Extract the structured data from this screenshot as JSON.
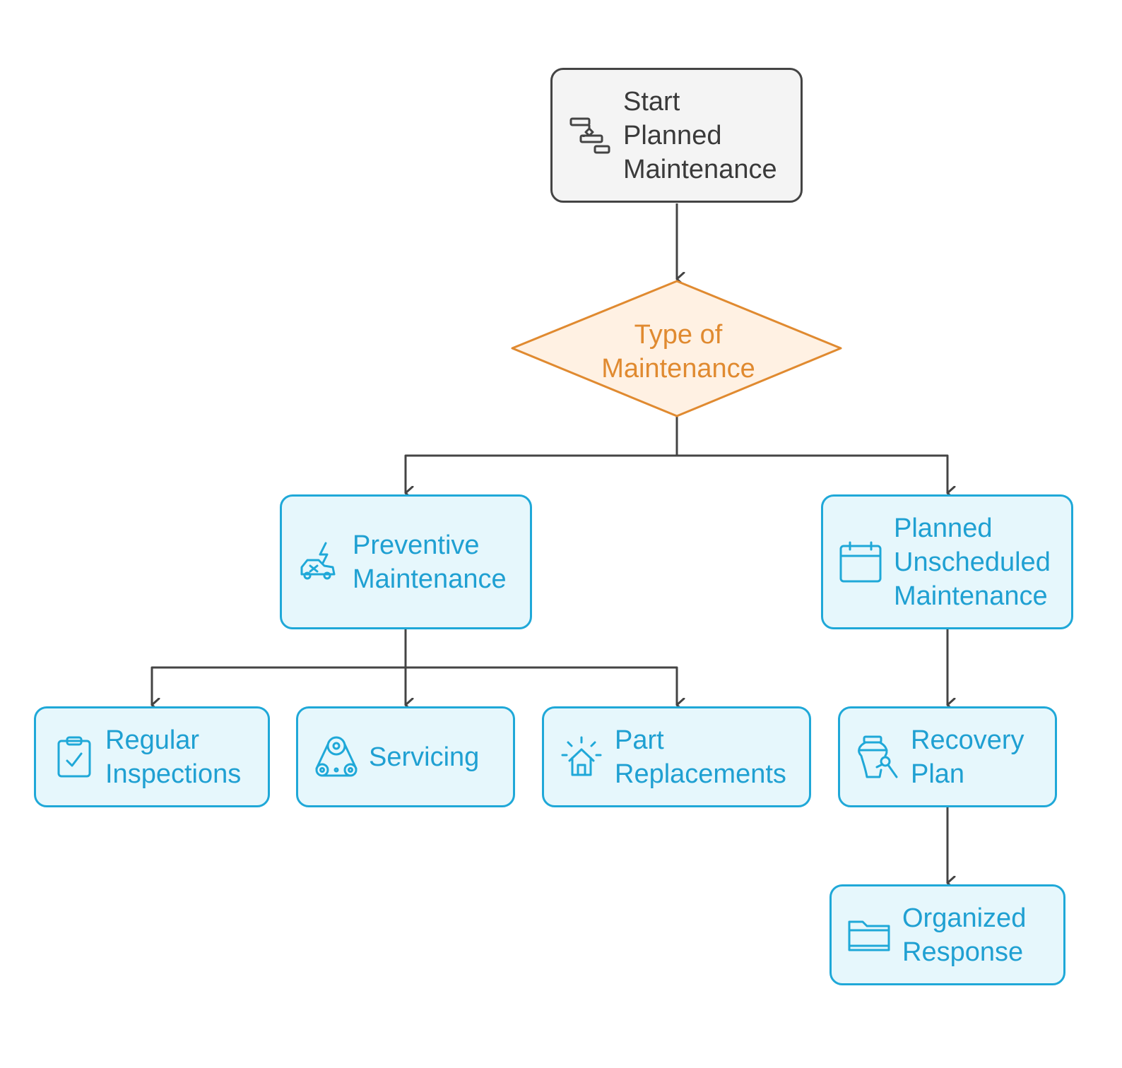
{
  "nodes": {
    "start": {
      "label": "Start\nPlanned\nMaintenance",
      "icon": "gantt-chart-icon"
    },
    "decision": {
      "label": "Type of\nMaintenance"
    },
    "preventive": {
      "label": "Preventive\nMaintenance",
      "icon": "car-repair-icon"
    },
    "unscheduled": {
      "label": "Planned\nUnscheduled\nMaintenance",
      "icon": "calendar-icon"
    },
    "inspections": {
      "label": "Regular\nInspections",
      "icon": "clipboard-check-icon"
    },
    "servicing": {
      "label": "Servicing",
      "icon": "belt-pulley-icon"
    },
    "replacements": {
      "label": "Part\nReplacements",
      "icon": "house-light-icon"
    },
    "recovery": {
      "label": "Recovery\nPlan",
      "icon": "vase-brush-icon"
    },
    "response": {
      "label": "Organized\nResponse",
      "icon": "folder-icon"
    }
  },
  "edges": [
    [
      "start",
      "decision"
    ],
    [
      "decision",
      "preventive"
    ],
    [
      "decision",
      "unscheduled"
    ],
    [
      "preventive",
      "inspections"
    ],
    [
      "preventive",
      "servicing"
    ],
    [
      "preventive",
      "replacements"
    ],
    [
      "unscheduled",
      "recovery"
    ],
    [
      "recovery",
      "response"
    ]
  ],
  "colors": {
    "neutral_border": "#444444",
    "neutral_fill": "#f4f4f4",
    "decision_border": "#e08a30",
    "decision_fill": "#fff1e3",
    "process_border": "#1fa8d8",
    "process_fill": "#e6f7fc",
    "connector": "#444444"
  }
}
